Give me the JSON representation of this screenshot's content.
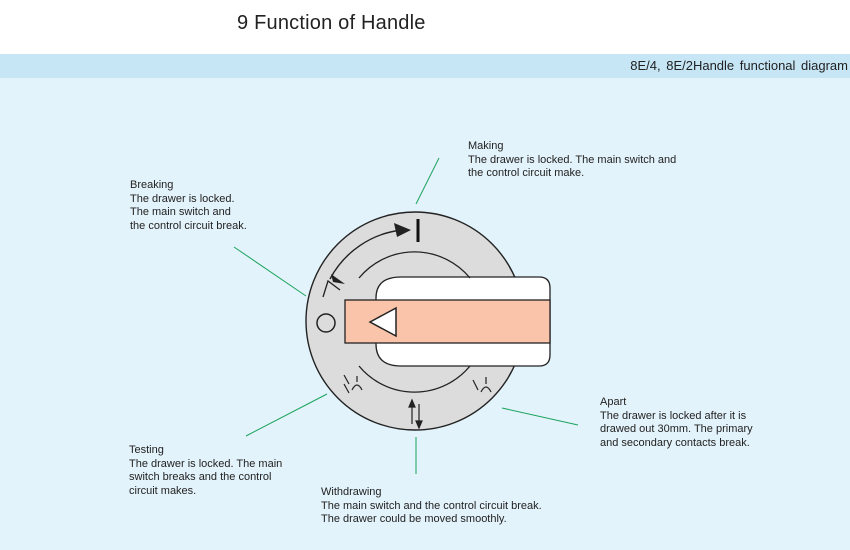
{
  "page": {
    "title": "9 Function of Handle",
    "caption": "8E/4,  8E/2Handle  functional  diagram"
  },
  "colors": {
    "header_bar": "#c6e6f6",
    "background": "#e3f3fb",
    "dial_face": "#dcdcdc",
    "handle_fill": "#f9c4aa",
    "leader_line": "#1aa35c"
  },
  "labels": {
    "making": {
      "title": "Making",
      "desc": "The drawer is locked. The main switch and\nthe control circuit make."
    },
    "breaking": {
      "title": "Breaking",
      "desc": "The drawer is locked.\nThe main switch and\nthe control circuit break."
    },
    "apart": {
      "title": "Apart",
      "desc": "The drawer is locked after it is\ndrawed out 30mm. The primary\nand secondary contacts break."
    },
    "testing": {
      "title": "Testing",
      "desc": "The drawer is locked. The main\nswitch breaks and the control\ncircuit makes."
    },
    "withdrawing": {
      "title": "Withdrawing",
      "desc": "The main switch and the control circuit break.\nThe drawer could be moved smoothly."
    }
  },
  "icons": {
    "making": "on-bar-icon",
    "breaking": "off-circle-icon",
    "testing": "test-contact-icon",
    "apart": "apart-contact-icon",
    "withdrawing": "withdraw-arrows-icon",
    "rotation": "rotation-arrow-icon",
    "pointer": "triangle-pointer-icon"
  }
}
